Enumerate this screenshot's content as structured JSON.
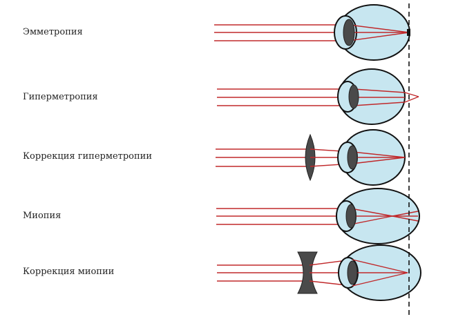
{
  "rows": [
    {
      "label": "Эмметропия",
      "condition": "emmetropia"
    },
    {
      "label": "Гиперметропия",
      "condition": "hyperopia"
    },
    {
      "label": "Коррекция гиперметропии",
      "condition": "hyperopia-corrected",
      "corrective_lens": "convex"
    },
    {
      "label": "Миопия",
      "condition": "myopia"
    },
    {
      "label": "Коррекция миопии",
      "condition": "myopia-corrected",
      "corrective_lens": "concave"
    }
  ],
  "colors": {
    "ray": "#c0282a",
    "eye_fill": "#c7e6f0",
    "eye_stroke": "#111111",
    "lens_fill": "#4a4a4a",
    "retina_line": "#111111"
  }
}
